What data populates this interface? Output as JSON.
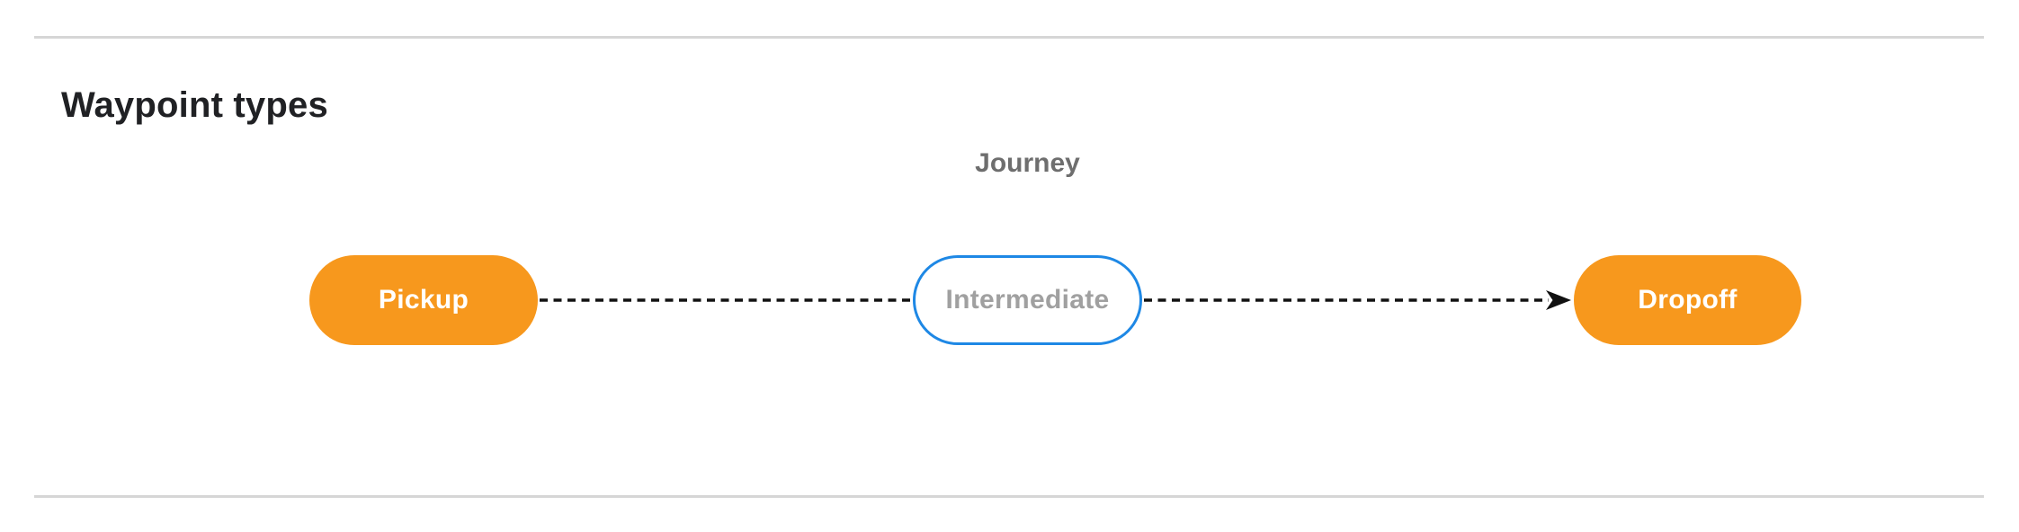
{
  "section": {
    "title": "Waypoint types"
  },
  "diagram": {
    "label": "Journey",
    "nodes": [
      {
        "id": "pickup",
        "label": "Pickup",
        "style": "filled-pill",
        "fill": "#F7981D",
        "text_color": "#FFFFFF"
      },
      {
        "id": "intermediate",
        "label": "Intermediate",
        "style": "outlined-pill",
        "fill": "#FFFFFF",
        "border_color": "#1E88E5",
        "text_color": "#A0A0A0"
      },
      {
        "id": "dropoff",
        "label": "Dropoff",
        "style": "filled-pill",
        "fill": "#F7981D",
        "text_color": "#FFFFFF"
      }
    ],
    "connectors": [
      {
        "from": "pickup",
        "to": "intermediate",
        "line_style": "dashed",
        "color": "#111111",
        "arrow_at_end": false
      },
      {
        "from": "intermediate",
        "to": "dropoff",
        "line_style": "dashed",
        "color": "#111111",
        "arrow_at_end": true
      }
    ]
  },
  "colors": {
    "accent_orange": "#F7981D",
    "accent_blue": "#1E88E5",
    "divider_gray": "#D6D6D6",
    "heading_text": "#202124",
    "journey_label_text": "#6E6E6E",
    "intermediate_text": "#A0A0A0",
    "connector_black": "#111111",
    "background": "#FFFFFF"
  }
}
